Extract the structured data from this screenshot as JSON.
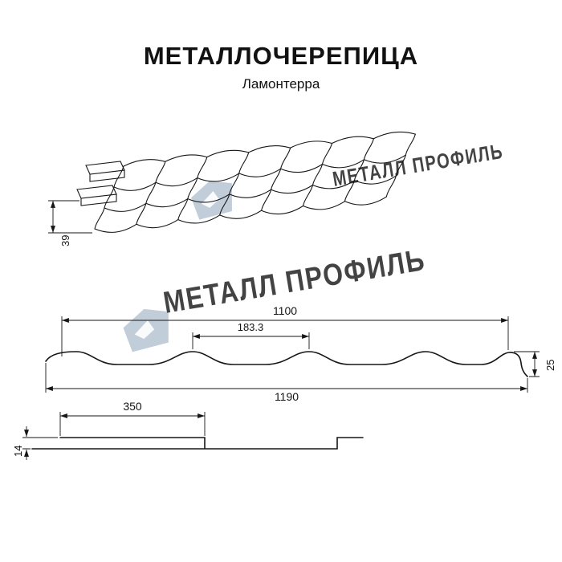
{
  "header": {
    "title": "МЕТАЛЛОЧЕРЕПИЦА",
    "subtitle": "Ламонтерра"
  },
  "watermark": {
    "text": "МЕТАЛЛ ПРОФИЛЬ",
    "color": "#b3c1d1"
  },
  "dimensions": {
    "eave_height": "39",
    "top_cover_width": "1100",
    "module_width": "183.3",
    "profile_height": "25",
    "full_width": "1190",
    "overlap_length": "350",
    "step_height": "14"
  },
  "colors": {
    "line": "#161616",
    "background": "#ffffff"
  }
}
